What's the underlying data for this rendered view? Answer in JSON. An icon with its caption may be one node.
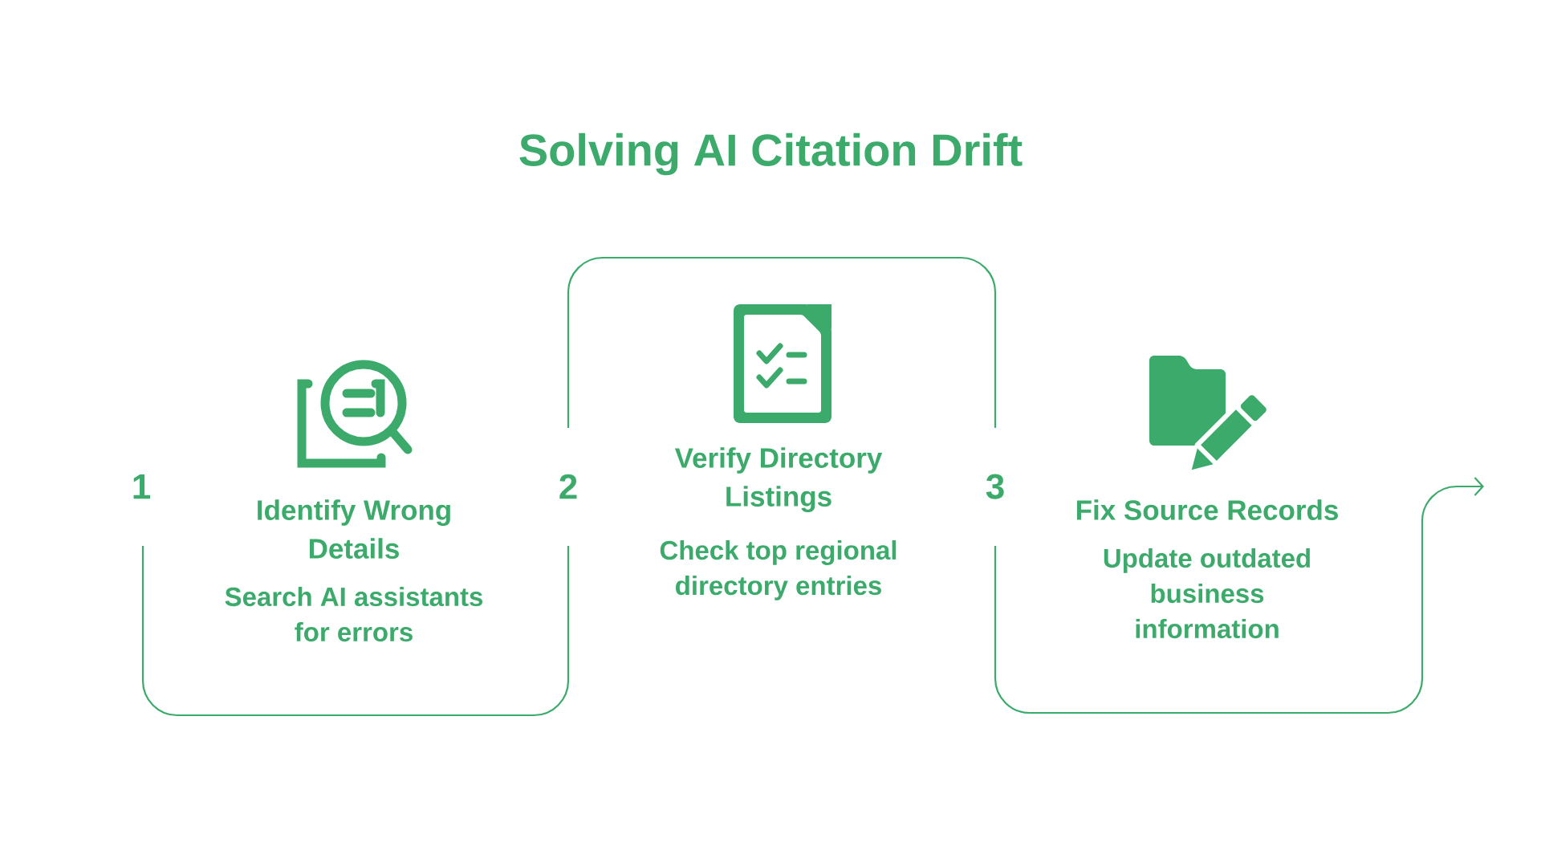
{
  "diagram": {
    "title": "Solving AI Citation Drift",
    "nodes": [
      {
        "text": [
          "Identify Wrong Details",
          "Search AI assistants for errors"
        ],
        "beside": [
          "1"
        ]
      },
      {
        "text": [
          "Verify Directory Listings",
          "Check top regional directory entries"
        ],
        "beside": [
          "2"
        ]
      },
      {
        "text": [
          "Fix Source Records",
          "Update outdated business information"
        ],
        "beside": [
          "3"
        ]
      }
    ]
  }
}
